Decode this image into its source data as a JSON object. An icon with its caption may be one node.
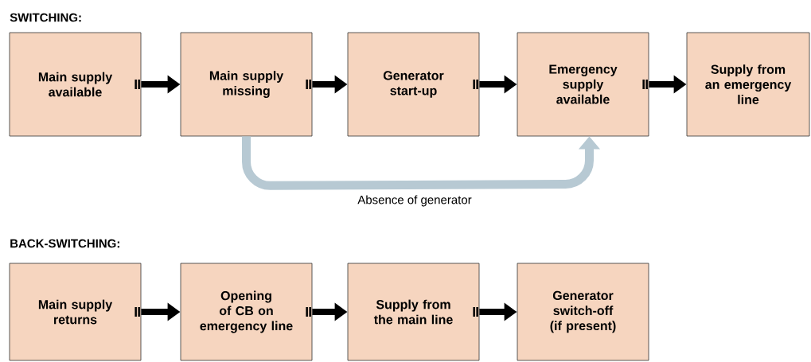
{
  "diagram": {
    "nodes": [
      {
        "text": [
          "Main supply available"
        ]
      },
      {
        "text": [
          "Main supply missing"
        ]
      },
      {
        "text": [
          "Generator start-up"
        ]
      },
      {
        "text": [
          "Emergency supply available"
        ]
      },
      {
        "text": [
          "Supply from an emergency line"
        ]
      },
      {
        "text": [
          "Main supply returns"
        ]
      },
      {
        "text": [
          "Opening of CB on emergency line"
        ]
      },
      {
        "text": [
          "Supply from the main line"
        ]
      },
      {
        "text": [
          "Generator switch-off (if present)"
        ]
      }
    ],
    "edges": [
      {
        "from": 0,
        "to": 1,
        "arrow": "to"
      },
      {
        "from": 1,
        "to": 2,
        "arrow": "to"
      },
      {
        "from": 2,
        "to": 3,
        "arrow": "to"
      },
      {
        "from": 3,
        "to": 4,
        "arrow": "to"
      },
      {
        "from": 1,
        "to": 3,
        "arrow": "to",
        "label": "Absence of generator",
        "color": "#b7c9d3"
      },
      {
        "from": 5,
        "to": 6,
        "arrow": "to"
      },
      {
        "from": 6,
        "to": 7,
        "arrow": "to"
      },
      {
        "from": 7,
        "to": 8,
        "arrow": "to"
      }
    ],
    "labels": [
      "SWITCHING:",
      "BACK-SWITCHING:"
    ]
  }
}
